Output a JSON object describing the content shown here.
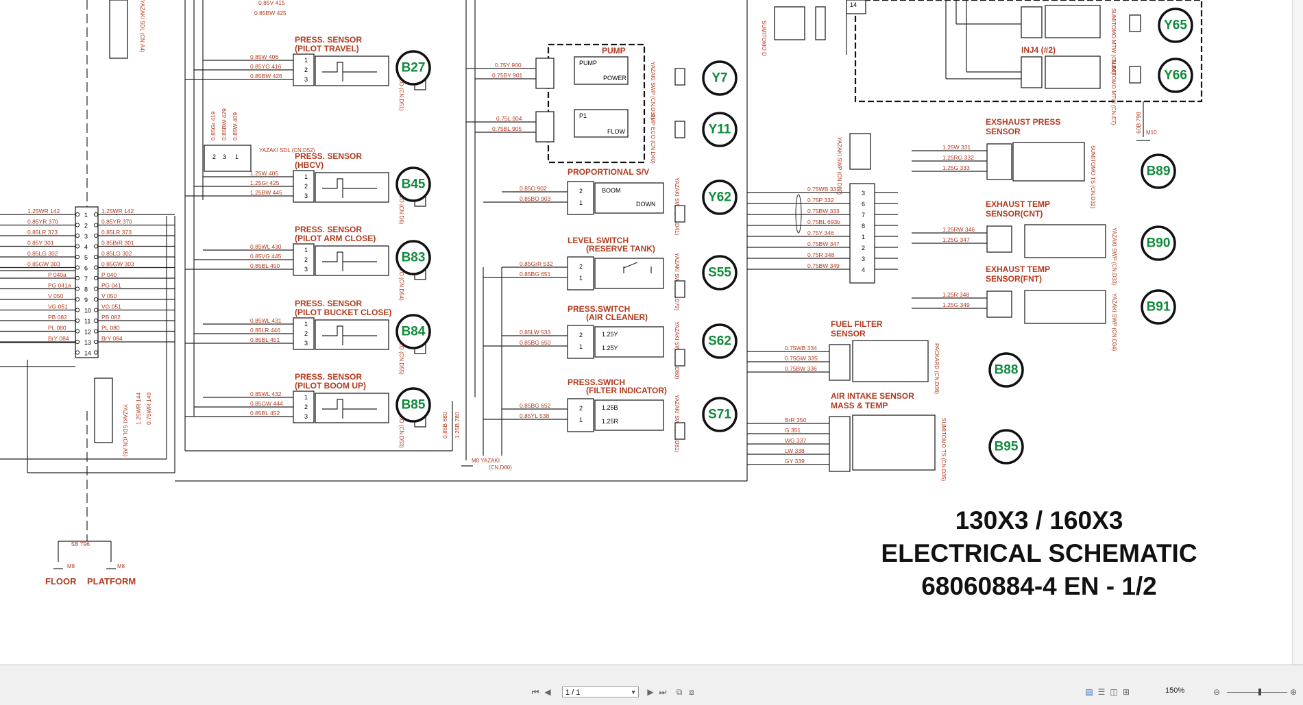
{
  "document": {
    "title_line1": "130X3 / 160X3",
    "title_line2": "ELECTRICAL SCHEMATIC",
    "title_line3": "68060884-4 EN - 1/2"
  },
  "sensors": [
    {
      "id": "B27",
      "title": "PRESS. SENSOR",
      "subtitle": "(PILOT TRAVEL)",
      "wires": [
        "0.85W 406",
        "0.85YG 416",
        "0.85BW 426"
      ],
      "conn": "AMP ECO (CN.D51)"
    },
    {
      "id": "B45",
      "title": "PRESS. SENSOR",
      "subtitle": "(HBCV)",
      "wires": [
        "1.25W 405",
        "1.25Gr 425",
        "1.25BW 445"
      ],
      "conn": "AMP ECO (CN.D6)"
    },
    {
      "id": "B83",
      "title": "PRESS. SENSOR",
      "subtitle": "(PILOT ARM CLOSE)",
      "wires": [
        "0.85WL 430",
        "0.85VG 445",
        "0.85BL 450"
      ],
      "conn": "AMP ECO (CN.D54)"
    },
    {
      "id": "B84",
      "title": "PRESS. SENSOR",
      "subtitle": "(PILOT BUCKET CLOSE)",
      "wires": [
        "0.85WL 431",
        "0.85LR 446",
        "0.85BL 451"
      ],
      "conn": "AMP ECO (CN.D55)"
    },
    {
      "id": "B85",
      "title": "PRESS. SENSOR",
      "subtitle": "(PILOT BOOM UP)",
      "wires": [
        "0.85WL 432",
        "0.85GW 444",
        "0.85BL 452"
      ],
      "conn": "AMP ECO (CN.D53)"
    }
  ],
  "pump": {
    "title": "PUMP",
    "y7": {
      "id": "Y7",
      "inner": [
        "PUMP",
        "POWER"
      ],
      "wires": [
        "0.75Y 900",
        "0.75BY 901"
      ],
      "conn": "YAZAKI SWP (CN.D39)"
    },
    "y11": {
      "id": "Y11",
      "inner": [
        "P1",
        "FLOW"
      ],
      "wires": [
        "0.75L 904",
        "0.75BL 905"
      ],
      "conn": "AMP ECO (CN.D40)"
    }
  },
  "valves": [
    {
      "id": "Y62",
      "title": "PROPORTIONAL S/V",
      "subtitle": "",
      "inner": [
        "BOOM",
        "DOWN"
      ],
      "wires": [
        "0.85O 902",
        "0.85BO 903"
      ],
      "conn": "YAZAKI SWP (CN.D41)"
    },
    {
      "id": "S55",
      "title": "LEVEL SWITCH",
      "subtitle": "(RESERVE TANK)",
      "inner": [],
      "wires": [
        "0.85GrR 532",
        "0.85BG 651"
      ],
      "conn": "YAZAKI SWP (CN.D79)"
    },
    {
      "id": "S62",
      "title": "PRESS.SWITCH",
      "subtitle": "(AIR CLEANER)",
      "inner": [
        "1.25Y",
        "1.25Y"
      ],
      "wires": [
        "0.85LW 533",
        "0.85BG 650"
      ],
      "conn": "YAZAKI SWP (CN.D80)"
    },
    {
      "id": "S71",
      "title": "PRESS.SWICH",
      "subtitle": "(FILTER INDICATOR)",
      "inner": [
        "1.25B",
        "1.25R"
      ],
      "wires": [
        "0.85BG 652",
        "0.85YL 538"
      ],
      "conn": "YAZAKI SWP (CN.D81)"
    }
  ],
  "injectors": [
    {
      "id": "Y65",
      "label": "",
      "conn": "SUMITOMO MTW (CN.E6)"
    },
    {
      "id": "Y66",
      "label": "INJ4 (#2)",
      "conn": "SUMITOMO MTW (CN.E7)"
    }
  ],
  "right_sensors": [
    {
      "id": "B89",
      "title": "EXSHAUST PRESS",
      "subtitle": "SENSOR",
      "wires": [
        "1.25W 331",
        "1.25RG 332",
        "1.25G 333"
      ],
      "conn": "SUMITOMO TS (CN.D32)"
    },
    {
      "id": "B90",
      "title": "EXHAUST TEMP",
      "subtitle": "SENSOR(CNT)",
      "wires": [
        "1.25RW 346",
        "1.25G 347"
      ],
      "conn": "YAZAKI SWP (CN.D33)"
    },
    {
      "id": "B91",
      "title": "EXHAUST TEMP",
      "subtitle": "SENSOR(FNT)",
      "wires": [
        "1.25R 348",
        "1.25G 349"
      ],
      "conn": "YAZAKI SWP (CN.D34)"
    },
    {
      "id": "B88",
      "title": "FUEL FILTER",
      "subtitle": "SENSOR",
      "wires": [
        "0.75WB 334",
        "0.75GW 335",
        "0.75BW 336"
      ],
      "conn": "PACKARD (CN.D36)"
    },
    {
      "id": "B95",
      "title": "AIR INTAKE SENSOR",
      "subtitle": "MASS & TEMP",
      "wires": [
        "BrR 350",
        "G 351",
        "WG 337",
        "LW 338",
        "GY 339"
      ],
      "conn": "SUMITOMO TS (CN.D35)"
    }
  ],
  "left_connector": {
    "pins": [
      "1",
      "2",
      "3",
      "4",
      "5",
      "6",
      "7",
      "8",
      "9",
      "10",
      "11",
      "12",
      "13",
      "14"
    ],
    "left_wires": [
      "1.25WR 142",
      "0.85YR 370",
      "0.85LR 373",
      "0.85Y 301",
      "0.85LG 302",
      "0.85GW 303",
      "P 040a",
      "PG 041a",
      "V 050",
      "VG 051",
      "PB 082",
      "PL 080",
      "BrY 084"
    ],
    "right_wires": [
      "1.25WR 142",
      "0.85YR 370",
      "0.85LR 373",
      "0.85BrR 301",
      "0.85LG 302",
      "0.85GW 303",
      "P 040",
      "PG 041",
      "V 050",
      "VG 051",
      "PB 082",
      "PL 080",
      "BrY 084"
    ],
    "conn": "YAZAKI SDL (CN.A5)",
    "top_conn": "YAZAKI SDL (CN.A4)",
    "extra_wires": [
      "1.25WR 144",
      "0.75WR 149"
    ]
  },
  "mid_connector": {
    "wires": [
      "0.85Gr 419",
      "0.85BW 429",
      "0.85W 409"
    ],
    "conn": "YAZAKI SDL (CN.D52)"
  },
  "right_connector": {
    "pins": [
      "3",
      "6",
      "7",
      "8",
      "1",
      "2",
      "3",
      "4"
    ],
    "wires": [
      "0.75WB 331",
      "0.75P 332",
      "0.75BW 333",
      "0.75BL 693b",
      "0.75Y 346",
      "0.75BW 347",
      "0.75R 348",
      "0.75BW 349"
    ],
    "conn": "YAZAKI SWP (CN.D85)"
  },
  "grounds": [
    {
      "ref": "M8",
      "label": "FLOOR"
    },
    {
      "ref": "M8",
      "label": "PLATFORM"
    },
    {
      "ref": "M8 YAZAKI",
      "label": "(CN.D80)"
    },
    {
      "ref": "M10",
      "label": ""
    }
  ],
  "ground_wire": "5B 796",
  "extra_labels": [
    "0.85B 680",
    "1.25B 780",
    "60B 798",
    "0.85V 415",
    "0.85BW 425"
  ],
  "viewer": {
    "page_field": "1 / 1",
    "zoom": "150%"
  },
  "colors": {
    "accent_red": "#b23a1e",
    "badge_green": "#0f8a3a"
  }
}
